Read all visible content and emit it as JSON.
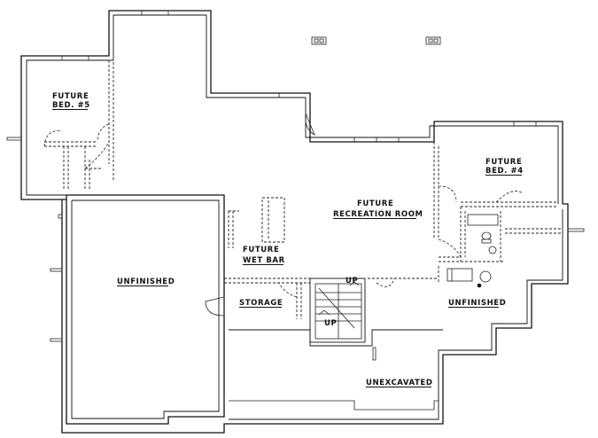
{
  "rooms": {
    "bed5": {
      "line1": "FUTURE",
      "line2": "BED. #5"
    },
    "bed4": {
      "line1": "FUTURE",
      "line2": "BED. #4"
    },
    "recreation": {
      "line1": "FUTURE",
      "line2": "RECREATION ROOM"
    },
    "wetbar": {
      "line1": "FUTURE",
      "line2": "WET BAR"
    },
    "unfinished_left": "UNFINISHED",
    "unfinished_right": "UNFINISHED",
    "storage": "STORAGE",
    "unexcavated": "UNEXCAVATED"
  },
  "stairs": {
    "up_top": "UP",
    "up_bottom": "UP"
  }
}
